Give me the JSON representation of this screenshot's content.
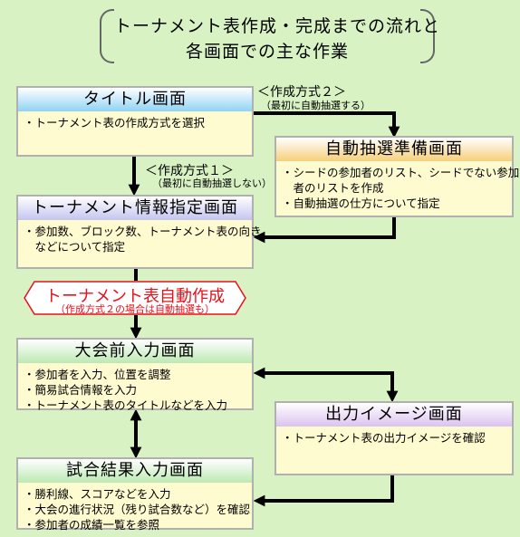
{
  "title": {
    "line1": "トーナメント表作成・完成までの流れと",
    "line2": "各画面での主な作業"
  },
  "screens": {
    "title_screen": {
      "header": "タイトル画面",
      "items": [
        "・トーナメント表の作成方式を選択"
      ]
    },
    "auto_prep": {
      "header": "自動抽選準備画面",
      "items": [
        "・シードの参加者のリスト、シードでない参加",
        "　者のリストを作成",
        "・自動抽選の仕方について指定"
      ]
    },
    "tournament_info": {
      "header": "トーナメント情報指定画面",
      "items": [
        "・参加数、ブロック数、トーナメント表の向き",
        "　などについて指定"
      ]
    },
    "pre_input": {
      "header": "大会前入力画面",
      "items": [
        "・参加者を入力、位置を調整",
        "・簡易試合情報を入力",
        "・トーナメント表のタイトルなどを入力"
      ]
    },
    "output_image": {
      "header": "出力イメージ画面",
      "items": [
        "・トーナメント表の出力イメージを確認"
      ]
    },
    "result_input": {
      "header": "試合結果入力画面",
      "items": [
        "・勝利線、スコアなどを入力",
        "・大会の進行状況（残り試合数など）を確認",
        "・参加者の成績一覧を参照"
      ]
    }
  },
  "auto_generate": {
    "main": "トーナメント表自動作成",
    "sub": "（作成方式２の場合は自動抽選も）"
  },
  "methods": {
    "method2_label": "＜作成方式２＞",
    "method2_note": "（最初に自動抽選する）",
    "method1_label": "＜作成方式１＞",
    "method1_note": "（最初に自動抽選しない）"
  },
  "colors": {
    "background": "#d9f2c4",
    "box_fill": "#fffbd0",
    "auto_text": "#e8101a",
    "header_title": "#8fd3f5",
    "header_auto_prep": "#f6cf7a",
    "header_tournament_info": "#c3c5ee",
    "header_pre_input": "#bce9b2",
    "header_output_image": "#dcc2ef"
  }
}
